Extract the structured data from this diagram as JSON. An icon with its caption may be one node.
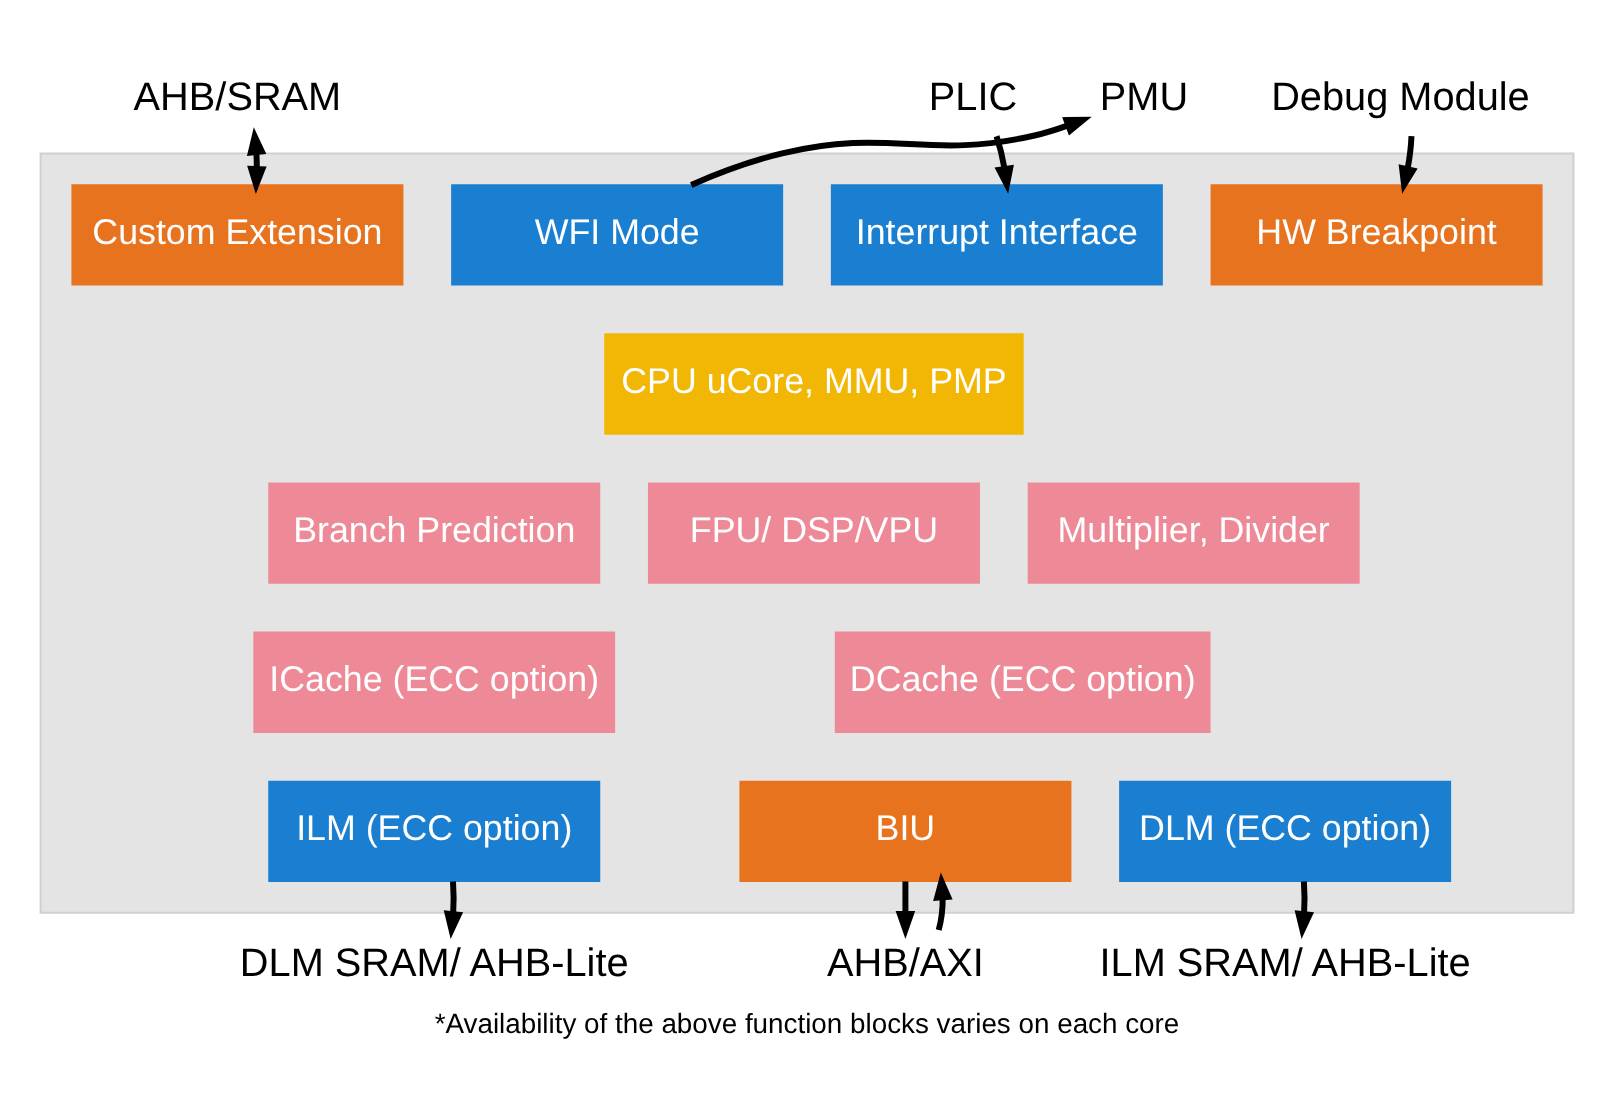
{
  "diagram": {
    "caption": "*Availability of the above function blocks varies on each core",
    "nodes": [
      {
        "text": [],
        "shape": "box"
      },
      {
        "text": [
          "Custom Extension"
        ],
        "in": 0
      },
      {
        "text": [
          "Interrupt Interface"
        ],
        "in": 0
      },
      {
        "text": [
          "WFI Mode"
        ],
        "in": 0
      },
      {
        "text": [
          "HW Breakpoint"
        ],
        "in": 0
      },
      {
        "text": [
          "CPU uCore, MMU, PMP"
        ],
        "in": 0
      },
      {
        "text": [
          "Branch Prediction"
        ],
        "in": 0
      },
      {
        "text": [
          "Multiplier, Divider"
        ],
        "in": 0
      },
      {
        "text": [
          "FPU/ DSP/VPU"
        ],
        "in": 0
      },
      {
        "text": [
          "ICache (ECC option)"
        ],
        "in": 0
      },
      {
        "text": [
          "DCache (ECC option)"
        ],
        "in": 0
      },
      {
        "text": [
          "ILM (ECC option)"
        ],
        "in": 0
      },
      {
        "text": [
          "BIU"
        ],
        "in": 0
      },
      {
        "text": [
          "DLM (ECC option)"
        ],
        "in": 0
      },
      {
        "text": [
          "AHB/SRAM"
        ]
      },
      {
        "text": [
          "PLIC"
        ]
      },
      {
        "text": [
          "PMU"
        ]
      },
      {
        "text": [
          "Debug Module"
        ]
      },
      {
        "text": [
          "DLM SRAM/ AHB-Lite"
        ]
      },
      {
        "text": [
          "AHB/AXI"
        ]
      },
      {
        "text": [
          "ILM SRAM/ AHB-Lite"
        ]
      }
    ],
    "edges": [
      {
        "from": 14,
        "to": 1,
        "arrow": "both"
      },
      {
        "from": 15,
        "to": 2,
        "arrow": "to"
      },
      {
        "from": 3,
        "to": 16,
        "arrow": "to"
      },
      {
        "from": 17,
        "to": 4,
        "arrow": "to"
      },
      {
        "from": 11,
        "to": 18,
        "arrow": "to"
      },
      {
        "from": 12,
        "to": 19,
        "arrow": "to"
      },
      {
        "from": 19,
        "to": 12,
        "arrow": "to"
      },
      {
        "from": 13,
        "to": 20,
        "arrow": "to"
      }
    ]
  }
}
